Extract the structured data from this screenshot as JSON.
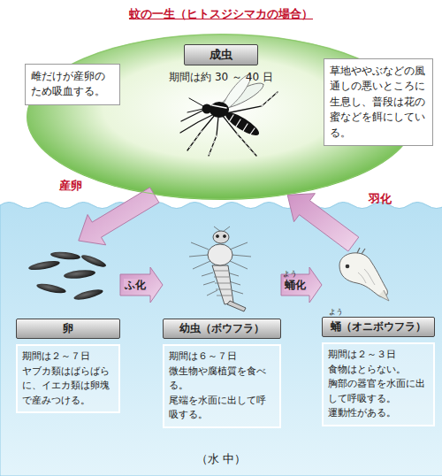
{
  "diagram": {
    "title": "蚊の一生（ヒトスジシマカの場合）",
    "nodes": [
      {
        "text": [
          "成虫",
          "期間は約 30 ～ 40 日"
        ]
      },
      {
        "text": [
          "雌だけが産卵のため吸血する。"
        ]
      },
      {
        "text": [
          "草地ややぶなどの風通しの悪いところに生息し、普段は花の蜜などを餌にしている。"
        ]
      },
      {
        "text": [
          "（水 中）"
        ]
      },
      {
        "text": [
          "卵",
          "期間は２～７日",
          "ヤブカ類はばらばらに、イエカ類は卵塊で産みつける。"
        ],
        "in": 3
      },
      {
        "text": [
          "幼虫（ボウフラ）",
          "期間は６～７日",
          "微生物や腐植質を食べる。",
          "尾端を水面に出して呼吸する。"
        ],
        "in": 3
      },
      {
        "text": [
          "蛹（オニボウフラ）",
          "期間は２～３日",
          "食物はとらない。",
          "胸部の器官を水面に出して呼吸する。",
          "運動性がある。"
        ],
        "in": 3
      }
    ],
    "edges": [
      {
        "from": 0,
        "to": 4,
        "label": "産卵",
        "arrow": "to"
      },
      {
        "from": 4,
        "to": 5,
        "label": "ふ化",
        "arrow": "to"
      },
      {
        "from": 5,
        "to": 6,
        "label": "蛹化",
        "arrow": "to"
      },
      {
        "from": 6,
        "to": 0,
        "label": "羽化",
        "arrow": "to"
      }
    ],
    "labels": [
      "よう",
      "よう"
    ]
  }
}
